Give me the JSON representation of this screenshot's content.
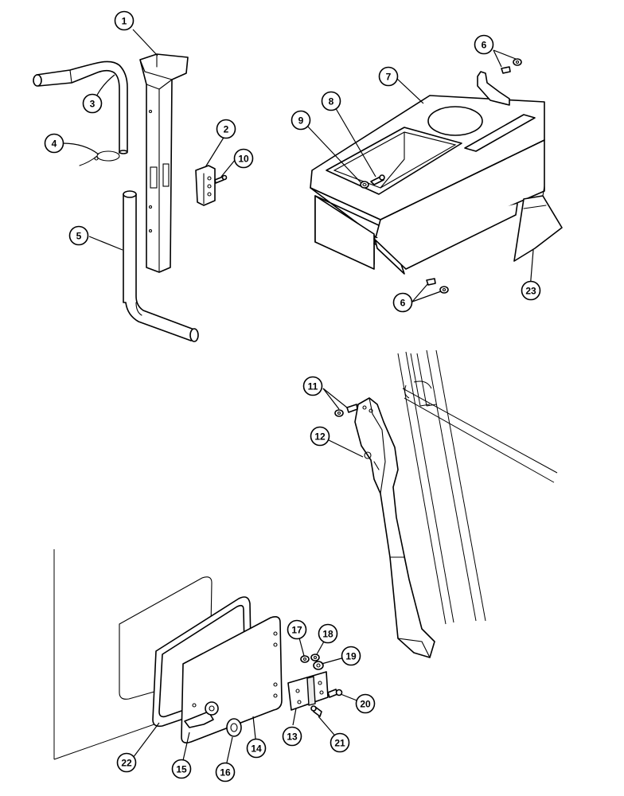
{
  "callouts": [
    {
      "id": "c1",
      "label": "1"
    },
    {
      "id": "c2",
      "label": "2"
    },
    {
      "id": "c3",
      "label": "3"
    },
    {
      "id": "c4",
      "label": "4"
    },
    {
      "id": "c5",
      "label": "5"
    },
    {
      "id": "c6a",
      "label": "6"
    },
    {
      "id": "c6b",
      "label": "6"
    },
    {
      "id": "c7",
      "label": "7"
    },
    {
      "id": "c8",
      "label": "8"
    },
    {
      "id": "c9",
      "label": "9"
    },
    {
      "id": "c10",
      "label": "10"
    },
    {
      "id": "c11",
      "label": "11"
    },
    {
      "id": "c12",
      "label": "12"
    },
    {
      "id": "c13",
      "label": "13"
    },
    {
      "id": "c14",
      "label": "14"
    },
    {
      "id": "c15",
      "label": "15"
    },
    {
      "id": "c16",
      "label": "16"
    },
    {
      "id": "c17",
      "label": "17"
    },
    {
      "id": "c18",
      "label": "18"
    },
    {
      "id": "c19",
      "label": "19"
    },
    {
      "id": "c20",
      "label": "20"
    },
    {
      "id": "c21",
      "label": "21"
    },
    {
      "id": "c22",
      "label": "22"
    },
    {
      "id": "c23",
      "label": "23"
    }
  ]
}
